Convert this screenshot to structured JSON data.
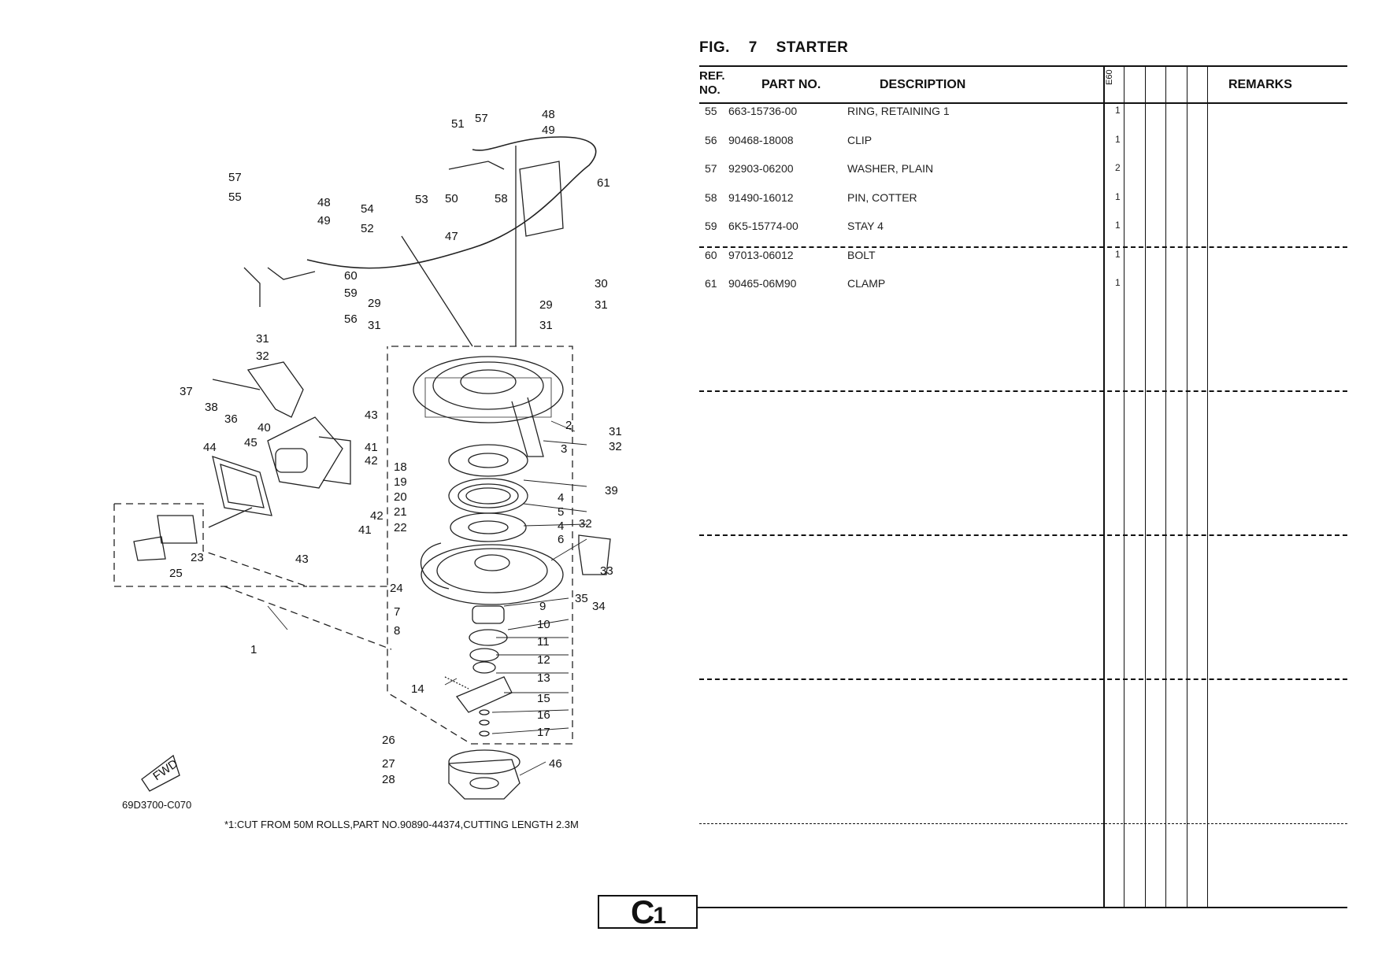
{
  "figure": {
    "label": "FIG.",
    "number": "7",
    "title": "STARTER"
  },
  "table": {
    "headers": {
      "ref": "REF.",
      "no": "NO.",
      "part_no": "PART NO.",
      "description": "DESCRIPTION",
      "model": "E60",
      "remarks": "REMARKS"
    },
    "rows": [
      {
        "ref": "55",
        "part_no": "663-15736-00",
        "description": "RING, RETAINING 1",
        "qty": "1"
      },
      {
        "ref": "56",
        "part_no": "90468-18008",
        "description": "CLIP",
        "qty": "1"
      },
      {
        "ref": "57",
        "part_no": "92903-06200",
        "description": "WASHER, PLAIN",
        "qty": "2"
      },
      {
        "ref": "58",
        "part_no": "91490-16012",
        "description": "PIN, COTTER",
        "qty": "1"
      },
      {
        "ref": "59",
        "part_no": "6K5-15774-00",
        "description": "STAY 4",
        "qty": "1"
      },
      {
        "ref": "60",
        "part_no": "97013-06012",
        "description": "BOLT",
        "qty": "1"
      },
      {
        "ref": "61",
        "part_no": "90465-06M90",
        "description": "CLAMP",
        "qty": "1"
      }
    ]
  },
  "diagram": {
    "drawing_number": "69D3700-C070",
    "footnote": "*1:CUT FROM 50M ROLLS,PART NO.90890-44374,CUTTING LENGTH 2.3M",
    "fwd_label": "FWD",
    "callouts": [
      "1",
      "2",
      "3",
      "4",
      "5",
      "4",
      "6",
      "7",
      "8",
      "9",
      "10",
      "11",
      "12",
      "13",
      "14",
      "15",
      "16",
      "17",
      "18",
      "19",
      "20",
      "21",
      "22",
      "23",
      "24",
      "25",
      "26",
      "27",
      "28",
      "29",
      "29",
      "30",
      "31",
      "31",
      "31",
      "31",
      "31",
      "32",
      "32",
      "32",
      "33",
      "34",
      "35",
      "36",
      "37",
      "38",
      "39",
      "40",
      "41",
      "41",
      "42",
      "42",
      "43",
      "43",
      "44",
      "45",
      "46",
      "47",
      "48",
      "48",
      "49",
      "49",
      "50",
      "51",
      "52",
      "53",
      "54",
      "55",
      "56",
      "57",
      "57",
      "58",
      "59",
      "60",
      "61"
    ]
  },
  "page": {
    "section_letter": "C",
    "section_number": "1"
  }
}
